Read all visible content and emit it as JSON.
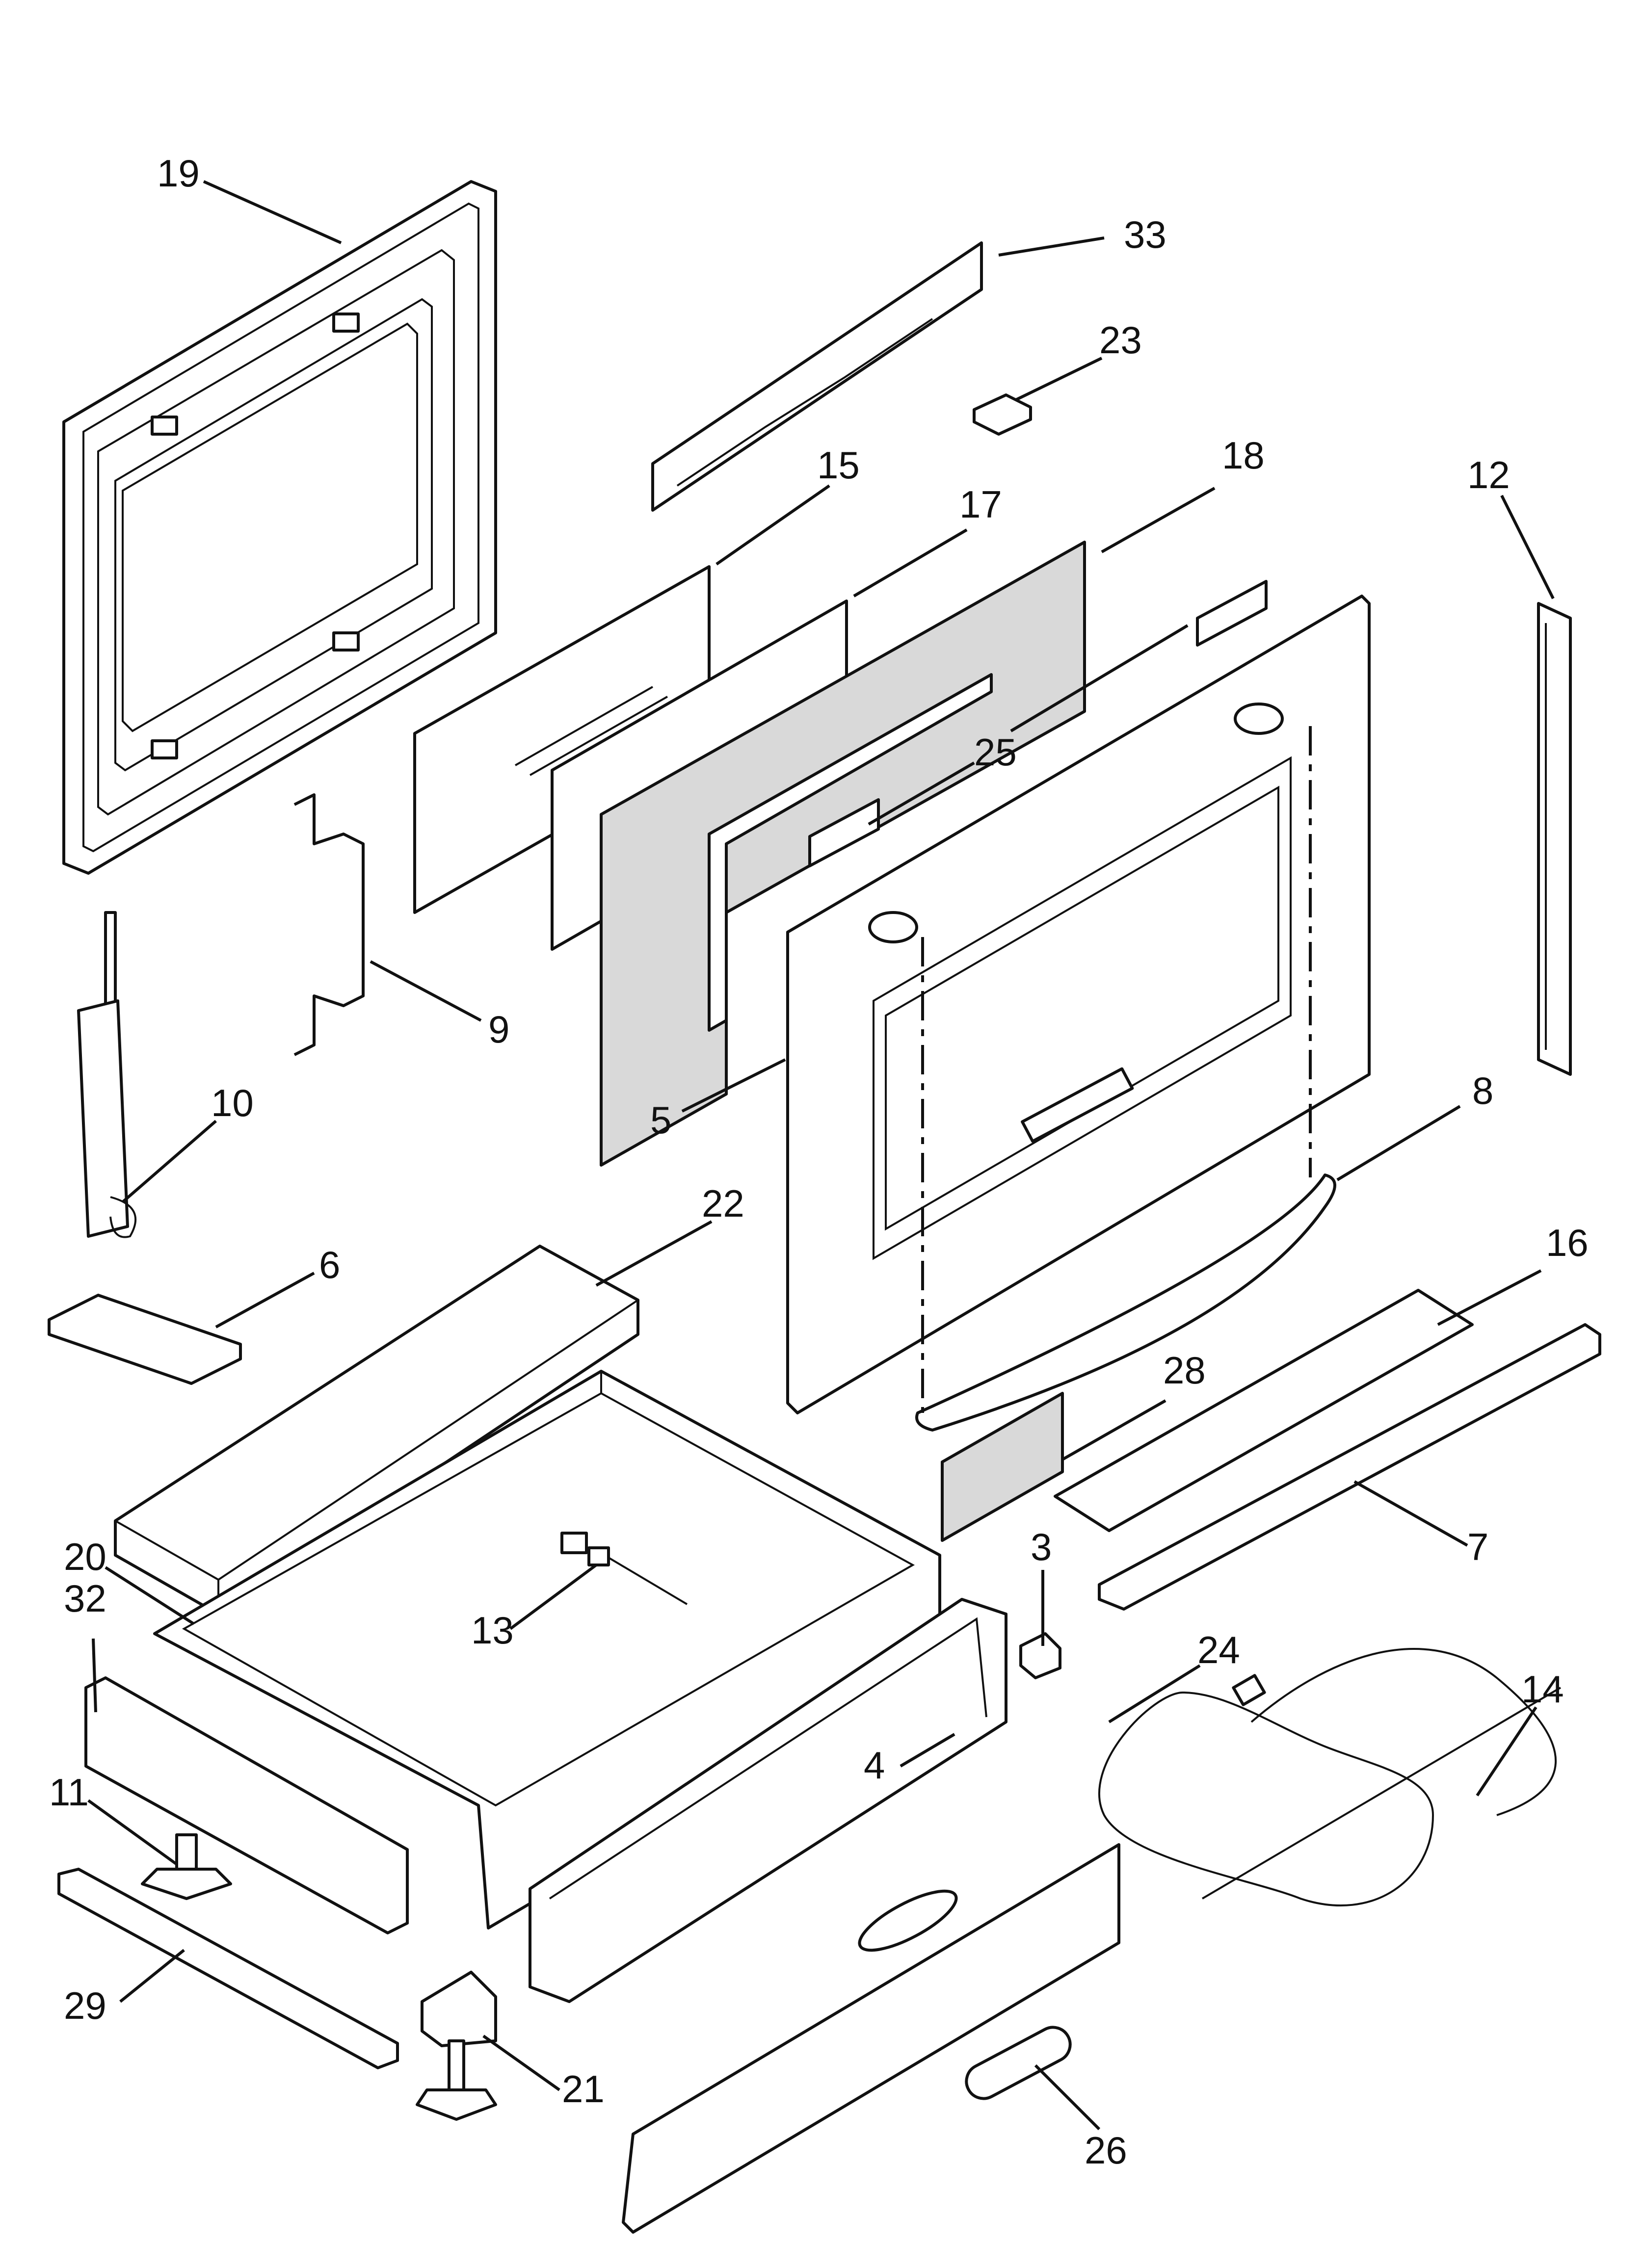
{
  "diagram": {
    "callouts": [
      {
        "id": "c19",
        "label": "19"
      },
      {
        "id": "c33",
        "label": "33"
      },
      {
        "id": "c23",
        "label": "23"
      },
      {
        "id": "c15",
        "label": "15"
      },
      {
        "id": "c17",
        "label": "17"
      },
      {
        "id": "c18",
        "label": "18"
      },
      {
        "id": "c12",
        "label": "12"
      },
      {
        "id": "c25",
        "label": "25"
      },
      {
        "id": "c9",
        "label": "9"
      },
      {
        "id": "c10",
        "label": "10"
      },
      {
        "id": "c5",
        "label": "5"
      },
      {
        "id": "c8",
        "label": "8"
      },
      {
        "id": "c22",
        "label": "22"
      },
      {
        "id": "c6",
        "label": "6"
      },
      {
        "id": "c16",
        "label": "16"
      },
      {
        "id": "c28",
        "label": "28"
      },
      {
        "id": "c20",
        "label": "20"
      },
      {
        "id": "c32",
        "label": "32"
      },
      {
        "id": "c3",
        "label": "3"
      },
      {
        "id": "c7",
        "label": "7"
      },
      {
        "id": "c13",
        "label": "13"
      },
      {
        "id": "c24",
        "label": "24"
      },
      {
        "id": "c14",
        "label": "14"
      },
      {
        "id": "c4",
        "label": "4"
      },
      {
        "id": "c11",
        "label": "11"
      },
      {
        "id": "c29",
        "label": "29"
      },
      {
        "id": "c21",
        "label": "21"
      },
      {
        "id": "c26",
        "label": "26"
      }
    ]
  }
}
